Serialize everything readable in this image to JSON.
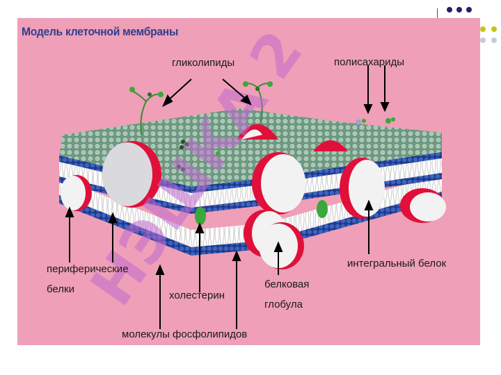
{
  "title": "Модель клеточной мембраны",
  "labels": {
    "glycolipids": "гликолипиды",
    "polysaccharides": "полисахариды",
    "peripheral_1": "периферические",
    "peripheral_2": "белки",
    "integral": "интегральный белок",
    "cholesterol": "холестерин",
    "globule_1": "белковая",
    "globule_2": "глобула",
    "phospholipids": "молекулы фосфолипидов"
  },
  "watermark": "НЭШКА 2",
  "colors": {
    "background": "#ef9fb7",
    "title": "#2e3f8a",
    "head_top": "#8fb39a",
    "head_side": "#2d4f9e",
    "protein_red": "#e0103a",
    "protein_white": "#f2f2f2",
    "cholesterol": "#3aa83a",
    "watermark": "#c06ad0"
  }
}
